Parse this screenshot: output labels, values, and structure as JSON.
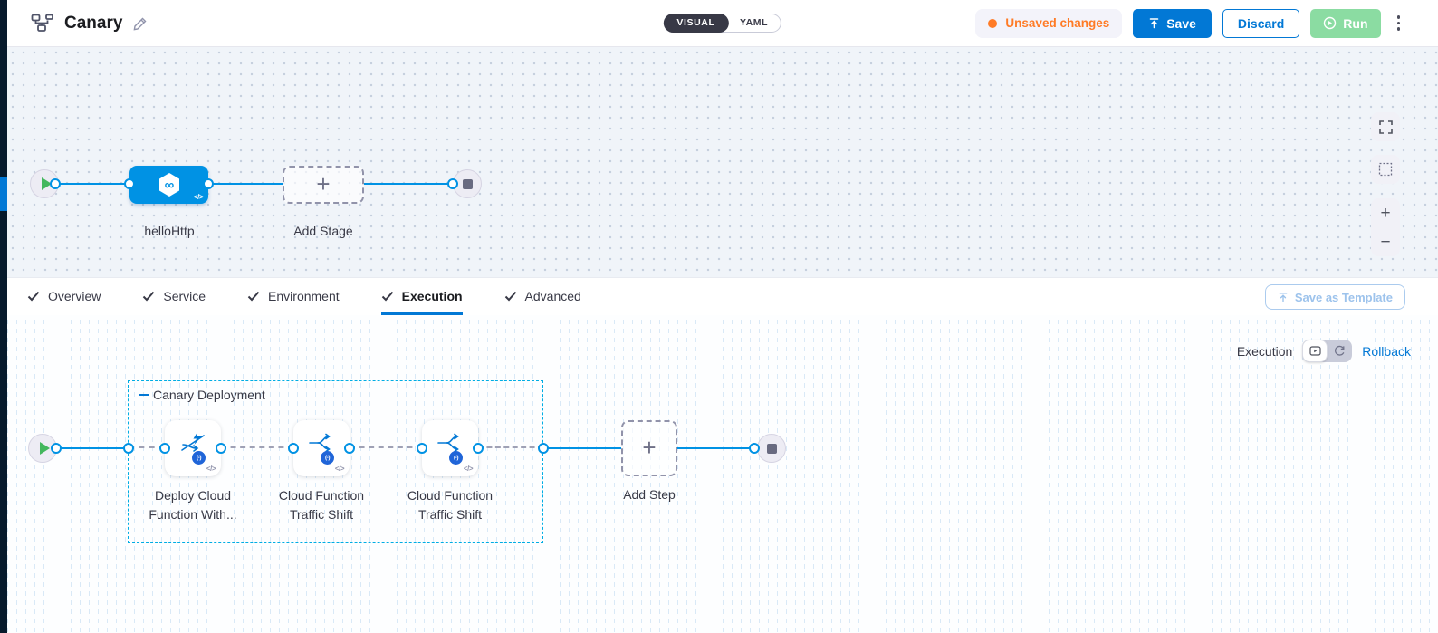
{
  "colors": {
    "primary_blue": "#0278d5",
    "node_blue": "#0092e4",
    "group_cyan": "#00ade4",
    "orange": "#ff7b26",
    "run_green": "#8bdca2",
    "dark_navy": "#071a2c",
    "text_dark": "#383946",
    "text_muted": "#6b6d85"
  },
  "glyphs": {
    "plus": "+",
    "minus": "−",
    "code": "</>",
    "infinity": "∞",
    "function_badge": "(-)"
  },
  "header": {
    "title": "Canary",
    "view_toggle": {
      "visual": "VISUAL",
      "yaml": "YAML"
    },
    "unsaved_badge": "Unsaved changes",
    "save": "Save",
    "discard": "Discard",
    "run": "Run"
  },
  "stage_pipeline": {
    "stage_name": "helloHttp",
    "add_stage": "Add Stage"
  },
  "tabs": {
    "items": [
      {
        "label": "Overview"
      },
      {
        "label": "Service"
      },
      {
        "label": "Environment"
      },
      {
        "label": "Execution"
      },
      {
        "label": "Advanced"
      }
    ],
    "active": "Execution",
    "save_as_template": "Save as Template"
  },
  "execution": {
    "mode_label": "Execution",
    "rollback_label": "Rollback",
    "group_title": "Canary Deployment",
    "steps": [
      {
        "line1": "Deploy Cloud",
        "line2": "Function With..."
      },
      {
        "line1": "Cloud Function",
        "line2": "Traffic Shift"
      },
      {
        "line1": "Cloud Function",
        "line2": "Traffic Shift"
      }
    ],
    "add_step": "Add Step"
  }
}
